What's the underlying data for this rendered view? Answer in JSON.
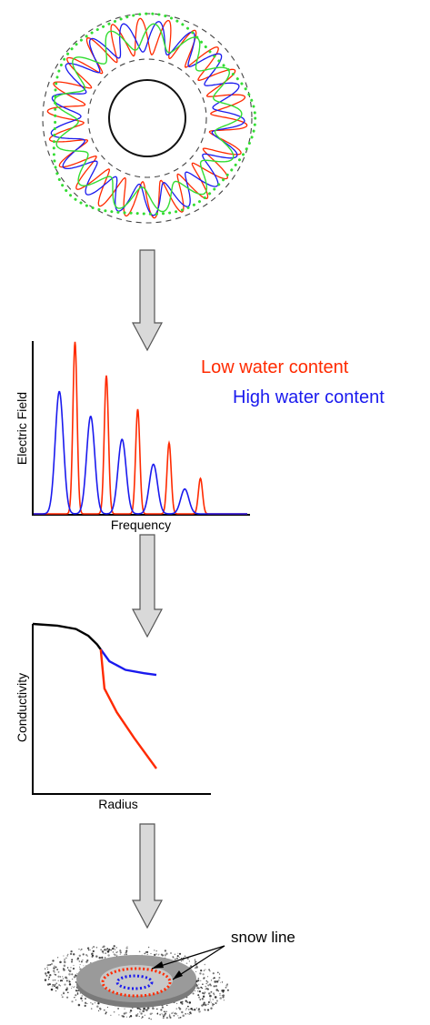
{
  "legend": {
    "low": {
      "text": "Low water content",
      "color": "#ff2a00"
    },
    "high": {
      "text": "High water content",
      "color": "#1a1aee"
    }
  },
  "spectrum_chart": {
    "xlabel": "Frequency",
    "ylabel": "Electric Field"
  },
  "conductivity_chart": {
    "xlabel": "Radius",
    "ylabel": "Conductivity"
  },
  "disk": {
    "annotation": "snow line"
  },
  "colors": {
    "low_water": "#ff2a00",
    "high_water": "#1a1aee",
    "orbit_green": "#33dd33",
    "arrow_fill": "#d9d9d9",
    "axis": "#000000"
  },
  "chart_data": [
    {
      "type": "line",
      "xlabel": "Frequency",
      "ylabel": "Electric Field",
      "series": [
        {
          "name": "Low water content",
          "color": "#ff2a00",
          "peaks": [
            {
              "x": 1,
              "y": 0.97
            },
            {
              "x": 2,
              "y": 0.78
            },
            {
              "x": 3,
              "y": 0.59
            },
            {
              "x": 4,
              "y": 0.4
            },
            {
              "x": 5,
              "y": 0.2
            }
          ]
        },
        {
          "name": "High water content",
          "color": "#1a1aee",
          "peaks": [
            {
              "x": 0.5,
              "y": 0.69
            },
            {
              "x": 1.5,
              "y": 0.55
            },
            {
              "x": 2.5,
              "y": 0.42
            },
            {
              "x": 3.5,
              "y": 0.28
            },
            {
              "x": 4.5,
              "y": 0.14
            }
          ]
        }
      ]
    },
    {
      "type": "line",
      "xlabel": "Radius",
      "ylabel": "Conductivity",
      "series": [
        {
          "color": "#000000",
          "x": [
            0,
            0.2,
            0.35,
            0.45,
            0.52,
            0.55
          ],
          "y": [
            1.0,
            0.99,
            0.97,
            0.93,
            0.88,
            0.85
          ]
        },
        {
          "color": "#1a1aee",
          "x": [
            0.55,
            0.62,
            0.75,
            0.9,
            1.0
          ],
          "y": [
            0.85,
            0.78,
            0.73,
            0.71,
            0.7
          ]
        },
        {
          "color": "#ff2a00",
          "x": [
            0.55,
            0.58,
            0.68,
            0.82,
            1.0
          ],
          "y": [
            0.85,
            0.62,
            0.48,
            0.33,
            0.15
          ]
        }
      ]
    }
  ]
}
